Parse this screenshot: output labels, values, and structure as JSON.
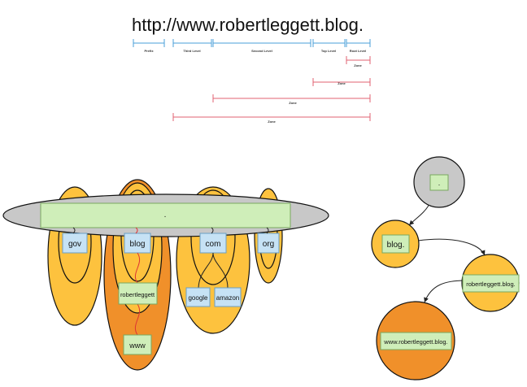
{
  "url": {
    "text": "http://www.robertleggett.blog.",
    "segments": [
      {
        "label": "Prefix"
      },
      {
        "label": "Third Level"
      },
      {
        "label": "Second Level"
      },
      {
        "label": "Top Level"
      },
      {
        "label": "Root Level"
      }
    ],
    "zones": [
      {
        "label": "Zone"
      },
      {
        "label": "Zone"
      },
      {
        "label": "Zone"
      },
      {
        "label": "Zone"
      }
    ]
  },
  "namespace": {
    "root_label": ".",
    "tlds": [
      "gov",
      "blog",
      "com",
      "org"
    ],
    "second_level": [
      "robertleggett",
      "google",
      "amazon"
    ],
    "third_level": [
      "www"
    ]
  },
  "tree": {
    "root": ".",
    "tld": "blog.",
    "sld": "robertleggett.blog.",
    "host": "www.robertleggett.blog."
  },
  "colors": {
    "segment_line": "#4a9fd8",
    "zone_line": "#e06070",
    "light_orange": "#fdc23e",
    "dark_orange": "#f0902a",
    "label_green": "#cfeeb9",
    "label_blue": "#c6e2f5",
    "grey": "#c8c8c8"
  }
}
